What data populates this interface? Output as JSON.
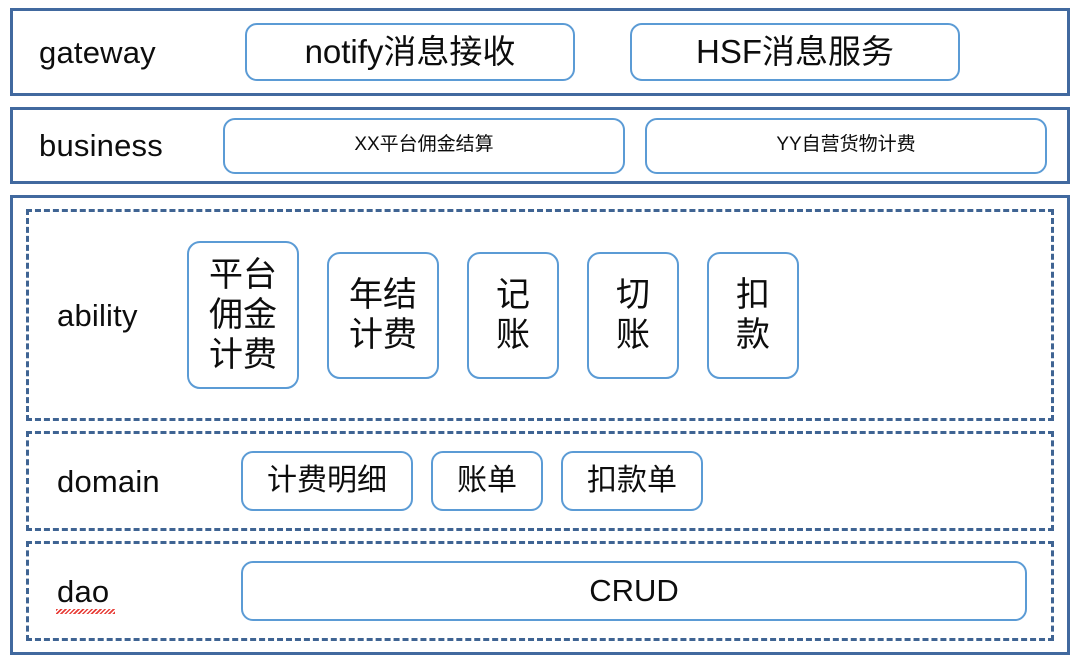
{
  "diagram": {
    "title": "Layered service architecture",
    "colors": {
      "panel_border": "#41699f",
      "dashed_border": "#3f6493",
      "box_border": "#5b9bd5",
      "text": "#0d0d0d",
      "spellcheck_underline": "#e8403a",
      "background": "#ffffff"
    }
  },
  "layers": {
    "gateway": {
      "label": "gateway",
      "boxes": [
        {
          "text": "notify消息接收"
        },
        {
          "text": "HSF消息服务"
        }
      ]
    },
    "business": {
      "label": "business",
      "boxes": [
        {
          "text": "XX平台佣金结算"
        },
        {
          "text": "YY自营货物计费"
        }
      ]
    },
    "ability": {
      "label": "ability",
      "boxes": [
        {
          "lines": [
            "平台",
            "佣金",
            "计费"
          ]
        },
        {
          "lines": [
            "年结",
            "计费"
          ]
        },
        {
          "lines": [
            "记",
            "账"
          ]
        },
        {
          "lines": [
            "切",
            "账"
          ]
        },
        {
          "lines": [
            "扣",
            "款"
          ]
        }
      ]
    },
    "domain": {
      "label": "domain",
      "boxes": [
        {
          "text": "计费明细"
        },
        {
          "text": "账单"
        },
        {
          "text": "扣款单"
        }
      ]
    },
    "dao": {
      "label": "dao",
      "spellcheck_flagged": true,
      "boxes": [
        {
          "text": "CRUD"
        }
      ]
    }
  }
}
